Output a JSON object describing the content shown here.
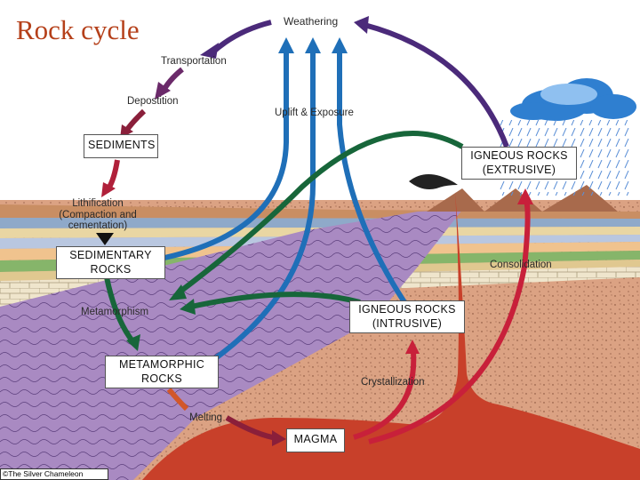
{
  "title": "Rock cycle",
  "process_labels": {
    "weathering": "Weathering",
    "transportation": "Transportation",
    "deposition": "Depostition",
    "uplift": "Uplift & Exposure",
    "lithification_1": "Lithification",
    "lithification_2": "(Compaction and",
    "lithification_3": "cementation)",
    "metamorphism": "Metamorphism",
    "consolidation": "Consolidation",
    "crystallization": "Crystallization",
    "melting": "Melting"
  },
  "boxes": {
    "sediments": "SEDIMENTS",
    "sedimentary_1": "SEDIMENTARY",
    "sedimentary_2": "ROCKS",
    "metamorphic_1": "METAMORPHIC",
    "metamorphic_2": "ROCKS",
    "magma": "MAGMA",
    "igneous_intrusive_1": "IGNEOUS ROCKS",
    "igneous_intrusive_2": "(INTRUSIVE)",
    "igneous_extrusive_1": "IGNEOUS ROCKS",
    "igneous_extrusive_2": "(EXTRUSIVE)"
  },
  "credit": "©The Silver Chameleon",
  "colors": {
    "title": "#b5401a",
    "arrow_purple": "#4b2a7a",
    "arrow_maroon": "#8a1f3a",
    "arrow_blue": "#1f6fb8",
    "arrow_green": "#17663a",
    "arrow_red": "#c8203a",
    "metamorphic_rock": "#a98ac2",
    "crust": "#dba283",
    "magma": "#c8402a",
    "rain": "#5b8fd6"
  }
}
